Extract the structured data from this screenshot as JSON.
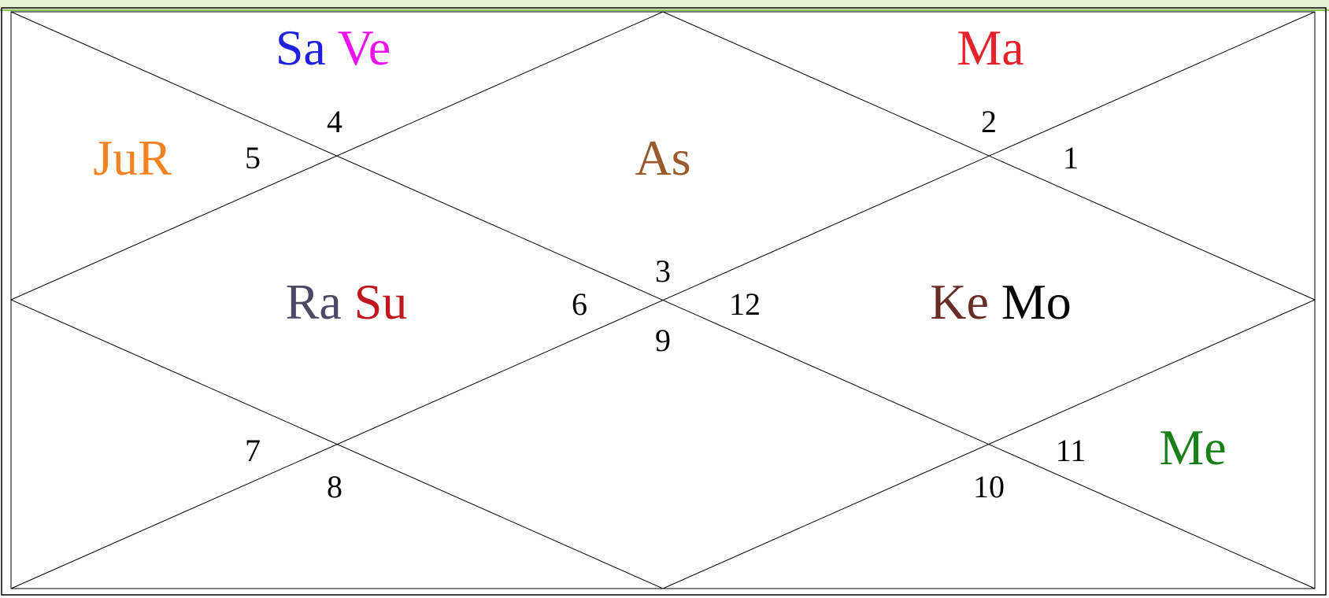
{
  "colors": {
    "frame_accent": "#8cc051",
    "line": "#000000"
  },
  "houses": [
    "4",
    "5",
    "2",
    "1",
    "3",
    "6",
    "12",
    "9",
    "7",
    "8",
    "11",
    "10"
  ],
  "planets": [
    {
      "label": "Sa",
      "color": "#1f1fe0"
    },
    {
      "label": "Ve",
      "color": "#f011f0"
    },
    {
      "label": "Ma",
      "color": "#e8202b"
    },
    {
      "label": "JuR",
      "color": "#f58220"
    },
    {
      "label": "As",
      "color": "#9a5a2c"
    },
    {
      "label": "Ra",
      "color": "#4a4a66"
    },
    {
      "label": "Su",
      "color": "#c0161c"
    },
    {
      "label": "Ke",
      "color": "#6a2c26"
    },
    {
      "label": "Mo",
      "color": "#000000"
    },
    {
      "label": "Me",
      "color": "#178017"
    }
  ]
}
